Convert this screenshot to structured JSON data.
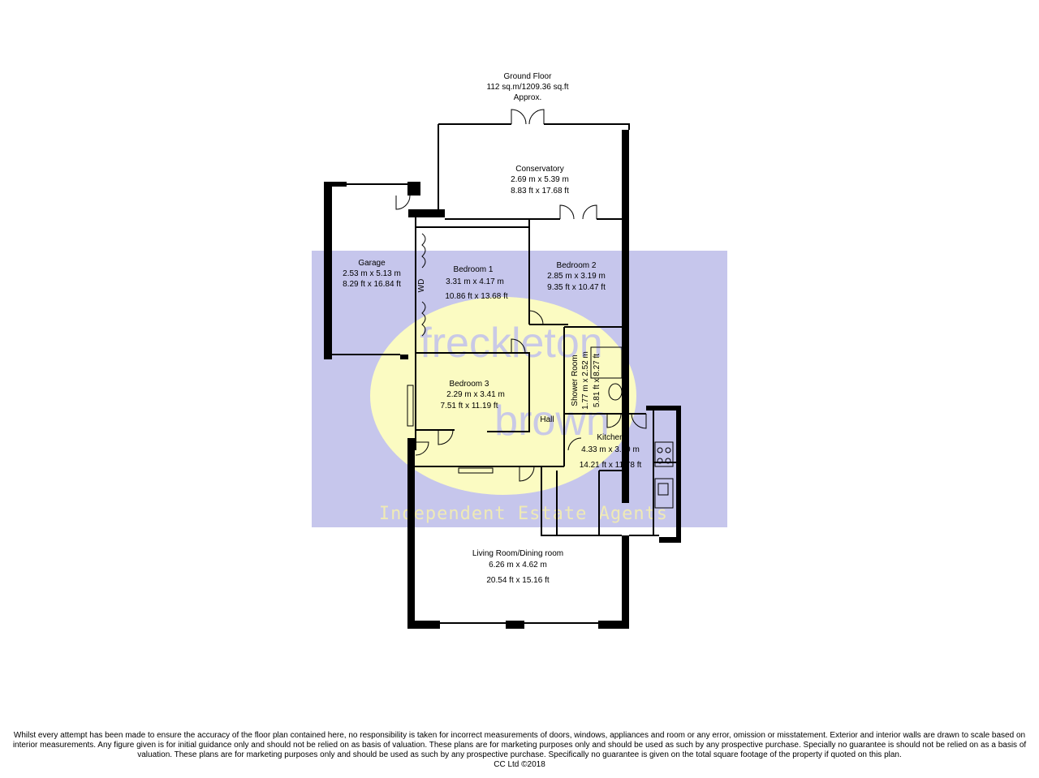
{
  "header": {
    "floor_name": "Ground Floor",
    "area": "112 sq.m/1209.36 sq.ft",
    "approx": "Approx."
  },
  "rooms": {
    "conservatory": {
      "name": "Conservatory",
      "metric": "2.69 m  x 5.39 m",
      "imperial": "8.83 ft  x 17.68 ft"
    },
    "garage": {
      "name": "Garage",
      "metric": "2.53 m  x 5.13 m",
      "imperial": "8.29 ft  x 16.84 ft"
    },
    "bedroom1": {
      "name": "Bedroom 1",
      "metric": "3.31 m x 4.17 m",
      "imperial": "10.86 ft x 13.68 ft",
      "wardrobe": "WD"
    },
    "bedroom2": {
      "name": "Bedroom 2",
      "metric": "2.85 m  x 3.19 m",
      "imperial": "9.35 ft  x 10.47 ft"
    },
    "bedroom3": {
      "name": "Bedroom 3",
      "metric": "2.29 m  x 3.41 m",
      "imperial": "7.51 ft  x 11.19 ft"
    },
    "shower_room": {
      "name": "Shower Room",
      "metric": "1.77 m  x 2.52 m",
      "imperial": "5.81 ft  x 8.27 ft"
    },
    "hall": {
      "name": "Hall"
    },
    "kitchen": {
      "name": "Kitchen",
      "metric": "4.33 m x 3.59 m",
      "imperial": "14.21 ft x 11.78 ft"
    },
    "living": {
      "name": "Living Room/Dining room",
      "metric": "6.26 m x 4.62 m",
      "imperial": "20.54 ft x 15.16 ft"
    }
  },
  "watermark": {
    "brand_line1": "freckleton",
    "brand_line2": "brown",
    "tagline": "Independent Estate Agents"
  },
  "footer": {
    "disclaimer": "Whilst every attempt has been made to ensure the accuracy of the floor plan contained here, no responsibility is taken for incorrect measurements of doors, windows, appliances and room or any error, omission or misstatement. Exterior and interior walls are drawn to scale based on interior measurements. Any figure given is for initial guidance only and should not be relied on as basis of valuation. These plans are for marketing purposes only and should be used as such by any prospective purchase. Specially no guarantee is should not be relied on as a basis of valuation. These plans are for marketing purposes only and should be used as such by any prospective purchase. Specifically no guarantee is given on the total square footage of the property if quoted on this plan.",
    "copyright": "CC Ltd ©2018"
  },
  "colors": {
    "wall": "#000000",
    "watermark_square": "#c6c6ec",
    "watermark_oval": "#fbfbc2",
    "watermark_text": "#efeab5"
  }
}
